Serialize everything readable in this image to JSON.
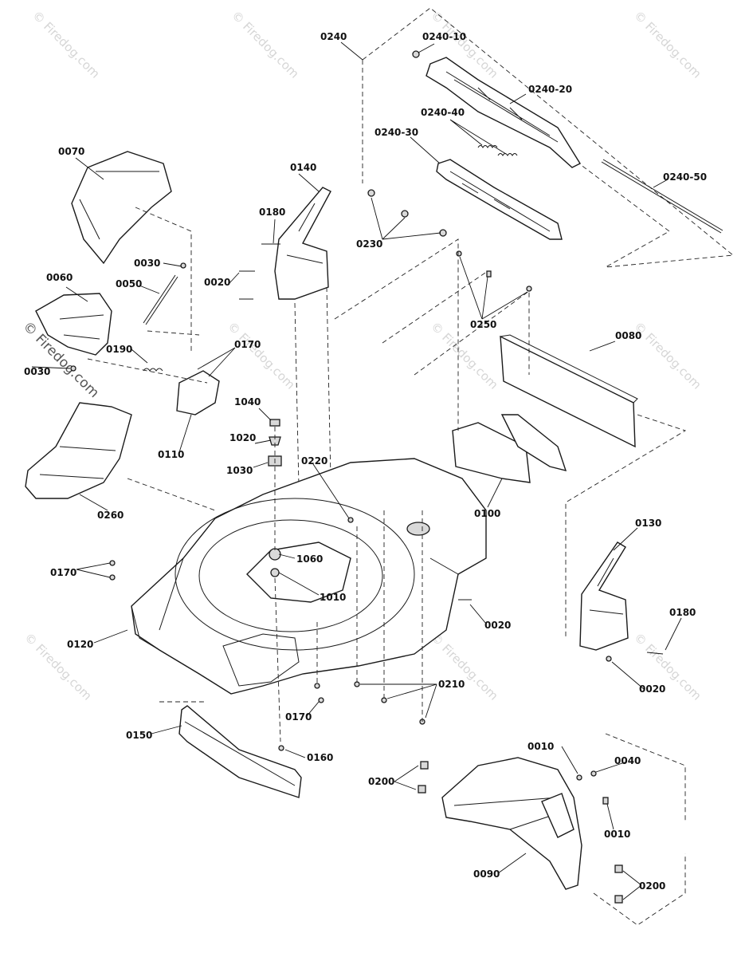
{
  "watermark": {
    "text": "© Firedog.com"
  },
  "labels": {
    "p0240": "0240",
    "p0240_10": "0240-10",
    "p0240_20": "0240-20",
    "p0240_40": "0240-40",
    "p0240_30": "0240-30",
    "p0240_50": "0240-50",
    "p0070": "0070",
    "p0140": "0140",
    "p0180_top": "0180",
    "p0230": "0230",
    "p0030_top": "0030",
    "p0060": "0060",
    "p0050": "0050",
    "p0020_top": "0020",
    "p0250": "0250",
    "p0080": "0080",
    "p0190": "0190",
    "p0170_top": "0170",
    "p0030_left": "0030",
    "p1040": "1040",
    "p1020": "1020",
    "p0110": "0110",
    "p1030": "1030",
    "p0220": "0220",
    "p0100": "0100",
    "p0260": "0260",
    "p0130": "0130",
    "p1060": "1060",
    "p0170_left": "0170",
    "p1010": "1010",
    "p0020_mid": "0020",
    "p0180_right": "0180",
    "p0120": "0120",
    "p0020_right": "0020",
    "p0210": "0210",
    "p0170_bottom": "0170",
    "p0150": "0150",
    "p0160": "0160",
    "p0010_top": "0010",
    "p0040": "0040",
    "p0200_left": "0200",
    "p0010_bottom": "0010",
    "p0090": "0090",
    "p0200_right": "0200"
  }
}
